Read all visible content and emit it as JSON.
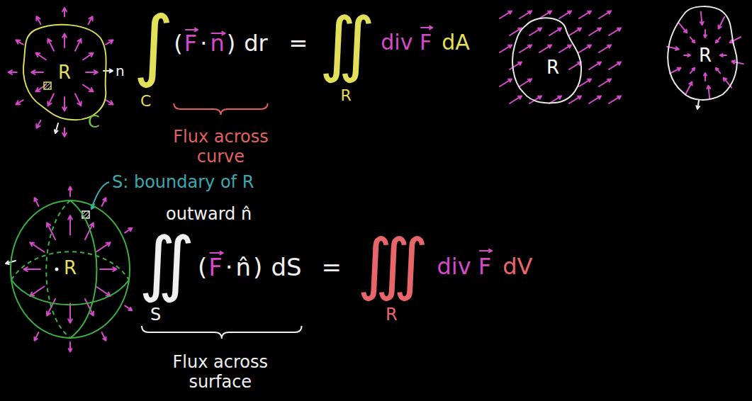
{
  "diagram": {
    "nodes": [
      {
        "text": [
          "R"
        ]
      },
      {
        "text": [
          "R"
        ]
      },
      {
        "text": [
          "R"
        ]
      },
      {
        "text": [
          "R"
        ]
      }
    ],
    "labels": [
      "n",
      "C",
      "∫",
      "C",
      "(",
      "F",
      "·",
      "n",
      ")",
      "dr",
      "=",
      "∬",
      "R",
      "div F",
      "dA",
      "Flux across curve",
      "S: boundary of R",
      "outward n̂",
      "∬",
      "S",
      "(",
      "F",
      "·",
      "n̂",
      ")",
      "dS",
      "=",
      "∭",
      "R",
      "div F",
      "dV",
      "Flux across surface"
    ]
  }
}
